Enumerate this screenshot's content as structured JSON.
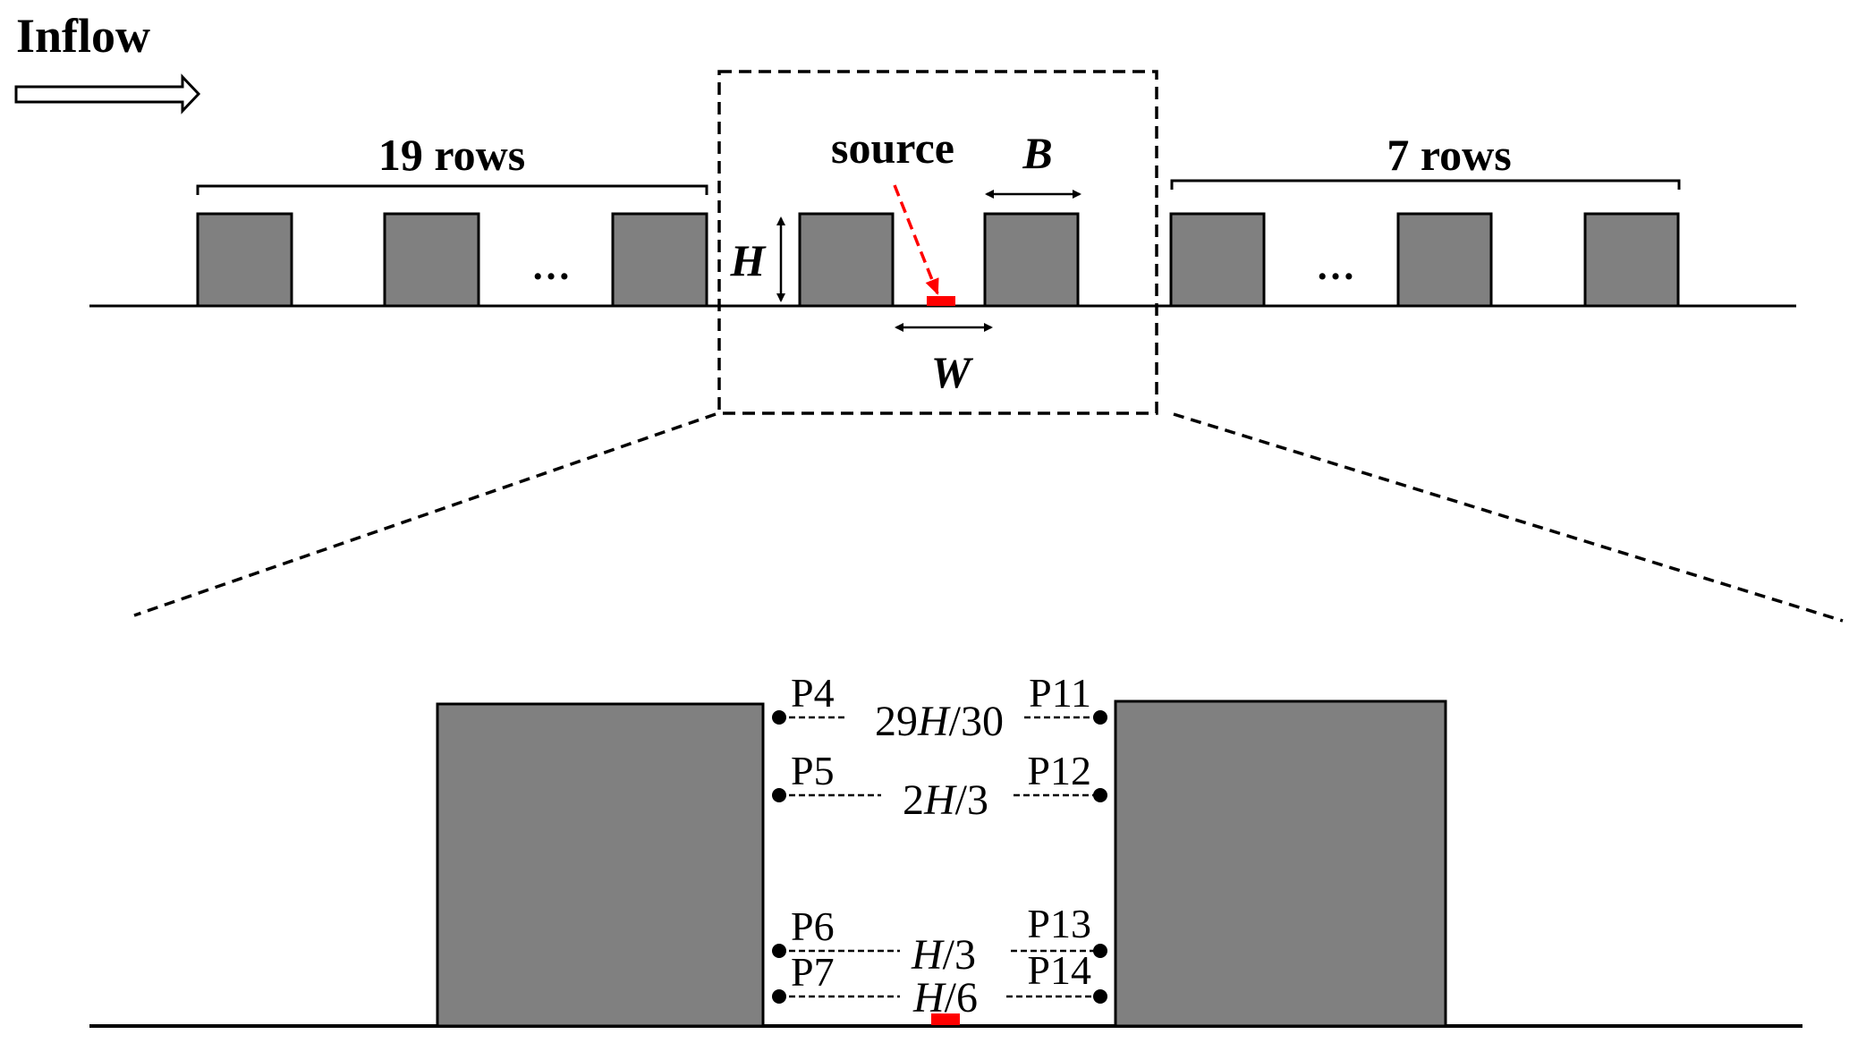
{
  "inflow": {
    "label": "Inflow",
    "icon": "hollow-right-arrow"
  },
  "top_view": {
    "upstream_group_label": "19 rows",
    "downstream_group_label": "7 rows",
    "ellipsis": "…",
    "source_label": "source",
    "dimension_labels": {
      "height": "H",
      "building_width": "B",
      "street_width": "W"
    },
    "upstream_blocks_shown": 3,
    "focus_blocks_shown": 2,
    "downstream_blocks_shown": 3
  },
  "detail_view": {
    "left_points": [
      {
        "id": "P4",
        "height_label": "29H/30"
      },
      {
        "id": "P5",
        "height_label": "2H/3"
      },
      {
        "id": "P6",
        "height_label": "H/3"
      },
      {
        "id": "P7",
        "height_label": "H/6"
      }
    ],
    "right_points": [
      {
        "id": "P11"
      },
      {
        "id": "P12"
      },
      {
        "id": "P13"
      },
      {
        "id": "P14"
      }
    ],
    "height_labels": [
      {
        "pre": "29",
        "var": "H",
        "post": "/30"
      },
      {
        "pre": "2",
        "var": "H",
        "post": "/3"
      },
      {
        "pre": "",
        "var": "H",
        "post": "/3"
      },
      {
        "pre": "",
        "var": "H",
        "post": "/6"
      }
    ],
    "height_fractions": [
      0.9667,
      0.6667,
      0.3333,
      0.1667
    ]
  },
  "colors": {
    "building_fill": "#808080",
    "outline": "#000000",
    "source": "#ff0000",
    "background": "#ffffff"
  }
}
